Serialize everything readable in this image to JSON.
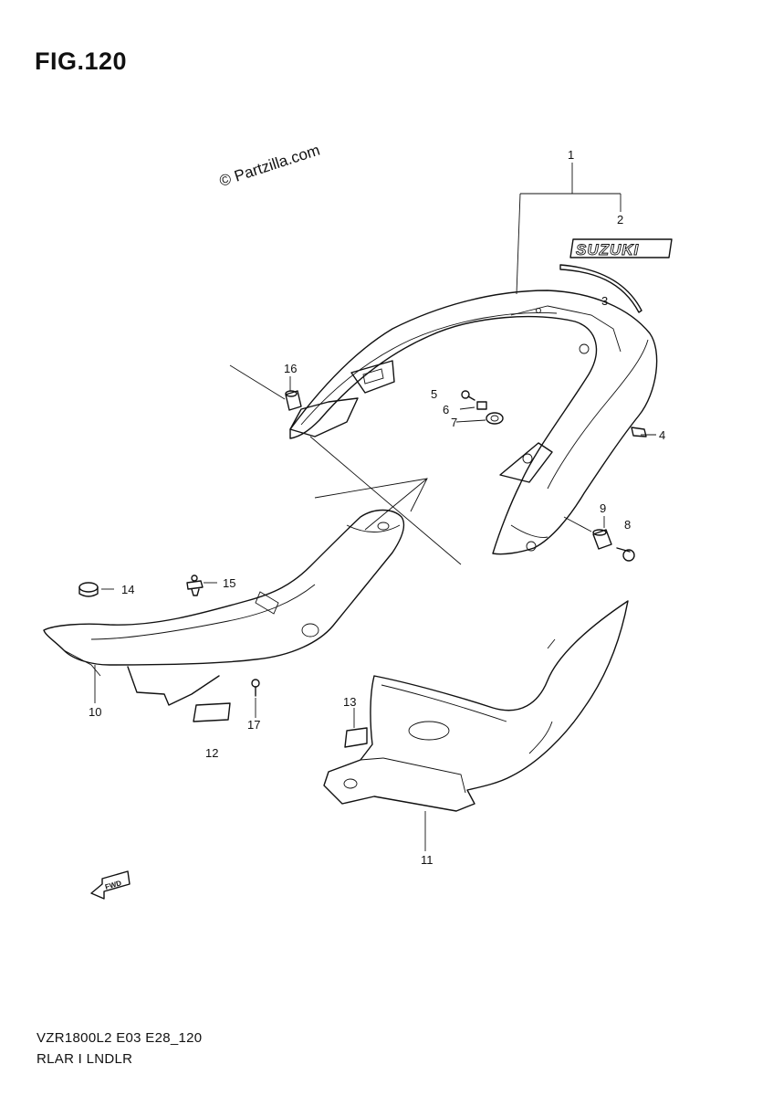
{
  "figure": {
    "title": "FIG.120",
    "watermark": "© Partzilla.com",
    "badge_text": "SUZUKI",
    "fwd_label": "FWD",
    "model_code": "VZR1800L2 E03 E28_120",
    "section_name": "RLAR I LNDLR"
  },
  "callouts": [
    "1",
    "2",
    "3",
    "4",
    "5",
    "6",
    "7",
    "8",
    "9",
    "10",
    "11",
    "12",
    "13",
    "14",
    "15",
    "16",
    "17"
  ]
}
